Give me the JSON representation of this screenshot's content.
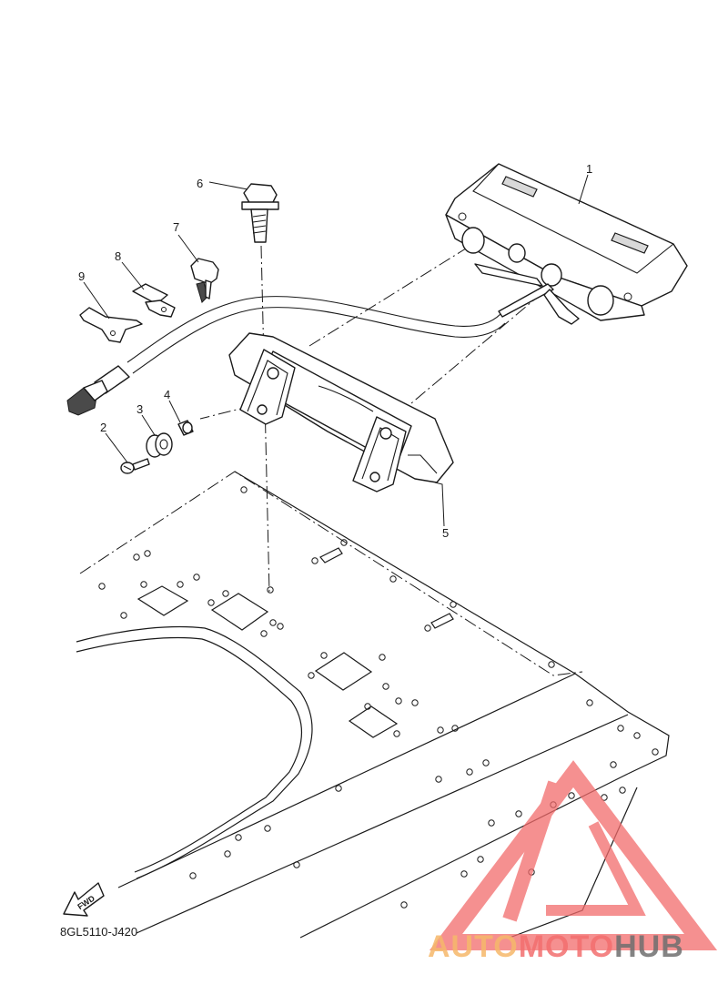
{
  "callouts": [
    {
      "id": "1",
      "text": "1"
    },
    {
      "id": "2",
      "text": "2"
    },
    {
      "id": "3",
      "text": "3"
    },
    {
      "id": "4",
      "text": "4"
    },
    {
      "id": "5",
      "text": "5"
    },
    {
      "id": "6",
      "text": "6"
    },
    {
      "id": "7",
      "text": "7"
    },
    {
      "id": "8",
      "text": "8"
    },
    {
      "id": "9",
      "text": "9"
    }
  ],
  "fwd_arrow": {
    "text": "FWD"
  },
  "diagram_code": "8GL5110-J420",
  "watermark": {
    "text_part1": "AUTO",
    "text_part2": "MOTO",
    "text_part3": "HUB",
    "color1": "#f6b86b",
    "color2": "#f36f6f",
    "color3": "#6f6f6f",
    "logo_color": "#f26b6b"
  }
}
